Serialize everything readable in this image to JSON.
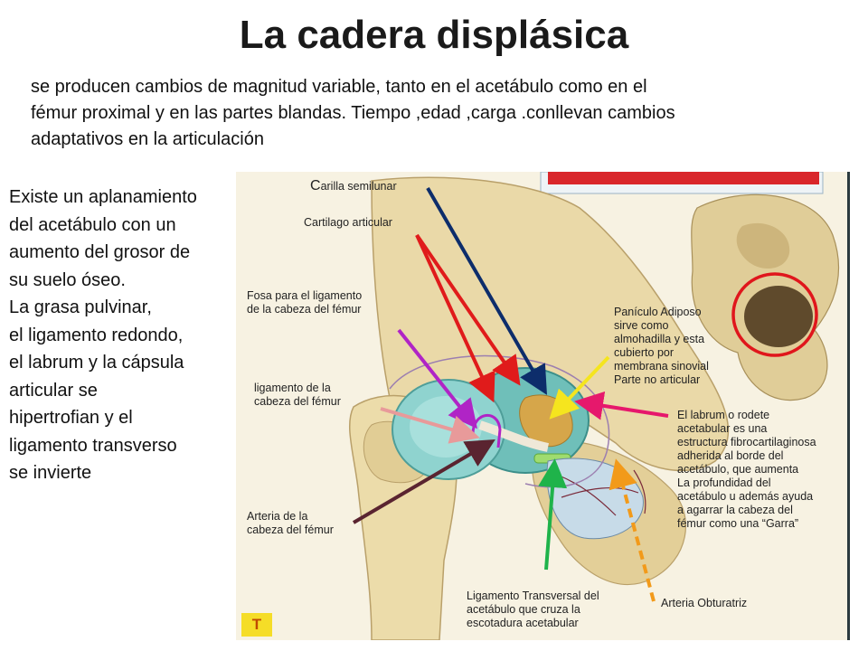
{
  "title": "La cadera displásica",
  "intro": [
    "se producen cambios de magnitud variable, tanto en el acetábulo como en el",
    "fémur proximal y en las partes blandas. Tiempo ,edad ,carga .conllevan cambios",
    "adaptativos en la articulación"
  ],
  "sidebar": [
    "Existe un aplanamiento",
    "del acetábulo con un",
    "aumento del grosor de",
    "su suelo óseo.",
    "La grasa pulvinar,",
    "el ligamento redondo,",
    "el labrum y la cápsula",
    "articular se",
    "hipertrofian y el",
    "ligamento transverso",
    "se invierte"
  ],
  "figure": {
    "labels": {
      "carilla_cap": "C",
      "carilla_rest": "arilla semilunar",
      "cartilago": "Cartilago articular",
      "fosa": [
        "Fosa para el ligamento",
        "de la cabeza del fémur"
      ],
      "ligamento_cabeza": [
        "ligamento de la",
        "cabeza del fémur"
      ],
      "arteria_cabeza": [
        "Arteria de la",
        "cabeza del fémur"
      ],
      "paniculo": [
        "Panículo Adiposo",
        "sirve como",
        "almohadilla y esta",
        "cubierto por",
        "membrana sinovial",
        "Parte no articular"
      ],
      "labrum": [
        "El labrum o rodete",
        "acetabular es una",
        "estructura fibrocartilaginosa",
        "adherida al borde del",
        "acetábulo, que aumenta",
        "La profundidad del",
        "acetábulo u además ayuda",
        "a agarrar la cabeza del",
        "fémur como una “Garra”"
      ],
      "transversal": [
        "Ligamento Transversal del",
        "acetábulo que cruza la",
        "escotadura acetabular"
      ],
      "obturatriz": "Arteria Obturatriz",
      "logo": "T"
    },
    "colors": {
      "navy_arrow": "#0d2d6b",
      "red_arrow": "#e01b1b",
      "magenta_arrow": "#b024c6",
      "pink_arrow": "#e89a9a",
      "brown_arrow": "#5a2430",
      "yellow_arrow": "#f5e51e",
      "hotpink_arrow": "#e6186c",
      "green_arrow": "#1fb34a",
      "orange_arrow": "#f29a1a",
      "circle_red": "#e0161c",
      "red_banner": "#d9262b",
      "bone": "#e8d7a6",
      "cartilage": "#8fd3cf"
    }
  }
}
